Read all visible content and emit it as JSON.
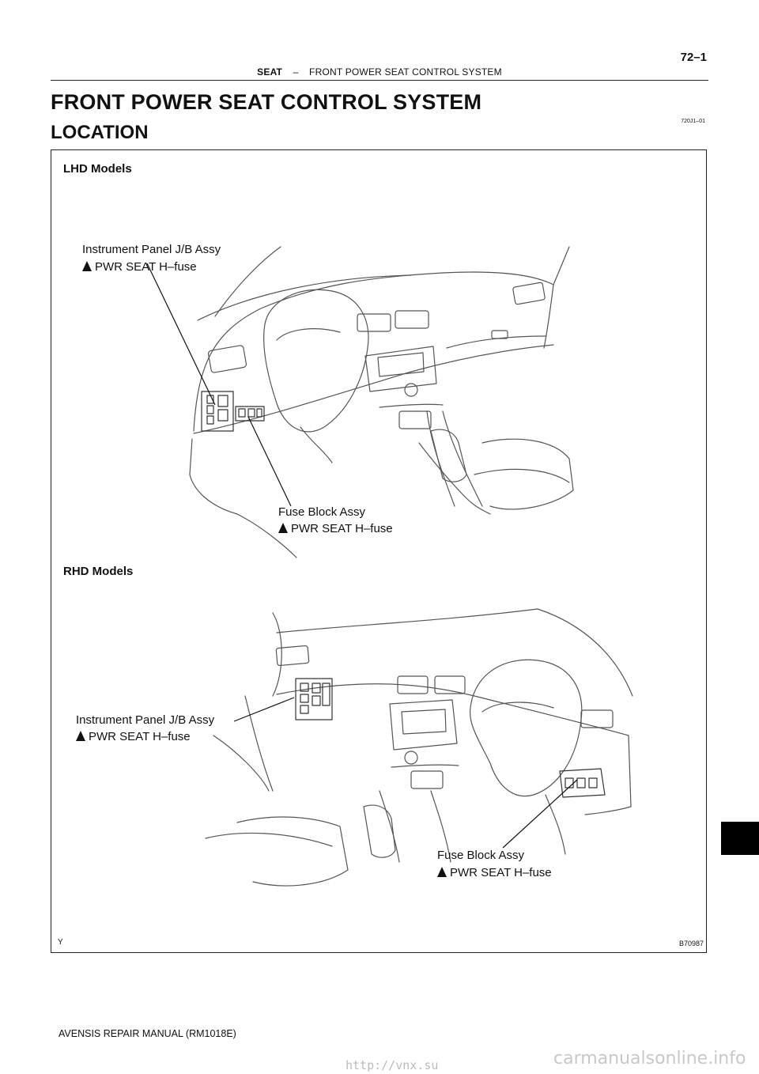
{
  "header": {
    "section": "SEAT",
    "dash": "–",
    "subsection": "FRONT POWER SEAT CONTROL SYSTEM",
    "page": "72–1"
  },
  "title": "FRONT POWER SEAT CONTROL SYSTEM",
  "section_heading": "LOCATION",
  "doc_code": "720J1–01",
  "figure": {
    "lhd": {
      "heading": "LHD Models",
      "jb_name": "Instrument Panel J/B Assy",
      "jb_fuse": "PWR SEAT H–fuse",
      "fb_name": "Fuse Block Assy",
      "fb_fuse": "PWR SEAT H–fuse"
    },
    "rhd": {
      "heading": "RHD Models",
      "jb_name": "Instrument Panel J/B Assy",
      "jb_fuse": "PWR SEAT H–fuse",
      "fb_name": "Fuse Block Assy",
      "fb_fuse": "PWR SEAT H–fuse"
    },
    "corner_mark": "Y",
    "figure_id": "B70987"
  },
  "footer": "AVENSIS REPAIR MANUAL   (RM1018E)",
  "watermarks": {
    "link": "http://vnx.su",
    "site": "carmanualsonline.info"
  }
}
